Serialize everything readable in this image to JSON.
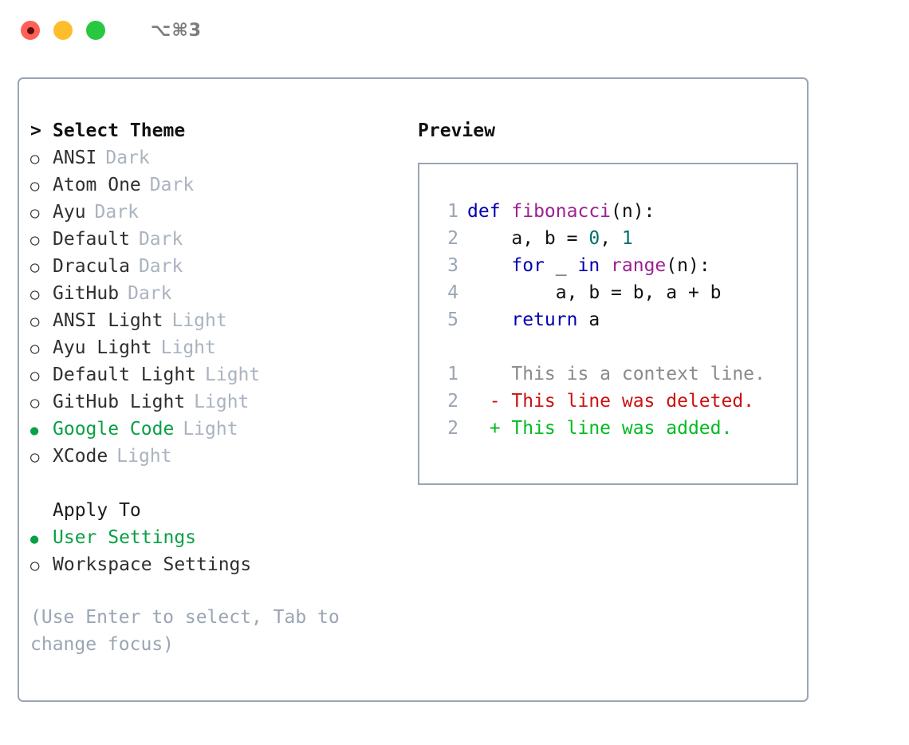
{
  "titlebar": {
    "shortcut": "⌥⌘3",
    "lights": [
      {
        "name": "close",
        "color": "#ff6058",
        "recording": true
      },
      {
        "name": "minimize",
        "color": "#ffbd2e",
        "recording": false
      },
      {
        "name": "maximize",
        "color": "#28c840",
        "recording": false
      }
    ]
  },
  "theme_picker": {
    "heading": "Select Theme",
    "heading_marker": ">",
    "marker_unselected": "○",
    "marker_selected": "●",
    "accent_color": "#08a045",
    "tag_color": "#aab3c0",
    "items": [
      {
        "label": "ANSI",
        "tag": "Dark",
        "selected": false
      },
      {
        "label": "Atom One",
        "tag": "Dark",
        "selected": false
      },
      {
        "label": "Ayu",
        "tag": "Dark",
        "selected": false
      },
      {
        "label": "Default",
        "tag": "Dark",
        "selected": false
      },
      {
        "label": "Dracula",
        "tag": "Dark",
        "selected": false
      },
      {
        "label": "GitHub",
        "tag": "Dark",
        "selected": false
      },
      {
        "label": "ANSI Light",
        "tag": "Light",
        "selected": false
      },
      {
        "label": "Ayu Light",
        "tag": "Light",
        "selected": false
      },
      {
        "label": "Default Light",
        "tag": "Light",
        "selected": false
      },
      {
        "label": "GitHub Light",
        "tag": "Light",
        "selected": false
      },
      {
        "label": "Google Code",
        "tag": "Light",
        "selected": true
      },
      {
        "label": "XCode",
        "tag": "Light",
        "selected": false
      }
    ]
  },
  "apply_to": {
    "heading": "Apply To",
    "items": [
      {
        "label": "User Settings",
        "selected": true
      },
      {
        "label": "Workspace Settings",
        "selected": false
      }
    ]
  },
  "hint": "(Use Enter to select, Tab to change focus)",
  "preview": {
    "title": "Preview",
    "code_lines": [
      {
        "number": "1",
        "tokens": [
          {
            "text": "def ",
            "kind": "kw"
          },
          {
            "text": "fibonacci",
            "kind": "fn"
          },
          {
            "text": "(n):",
            "kind": "punc"
          }
        ]
      },
      {
        "number": "2",
        "tokens": [
          {
            "text": "    a, b = ",
            "kind": "id"
          },
          {
            "text": "0",
            "kind": "num"
          },
          {
            "text": ", ",
            "kind": "punc"
          },
          {
            "text": "1",
            "kind": "num"
          }
        ]
      },
      {
        "number": "3",
        "tokens": [
          {
            "text": "    for ",
            "kind": "kw"
          },
          {
            "text": "_ ",
            "kind": "id"
          },
          {
            "text": "in ",
            "kind": "kw"
          },
          {
            "text": "range",
            "kind": "fn"
          },
          {
            "text": "(n):",
            "kind": "punc"
          }
        ]
      },
      {
        "number": "4",
        "tokens": [
          {
            "text": "        a, b = b, a + b",
            "kind": "id"
          }
        ]
      },
      {
        "number": "5",
        "tokens": [
          {
            "text": "    return ",
            "kind": "kw"
          },
          {
            "text": "a",
            "kind": "id"
          }
        ]
      }
    ],
    "diff_lines": [
      {
        "number": "1",
        "marker": " ",
        "text": "This is a context line.",
        "kind": "ctx"
      },
      {
        "number": "2",
        "marker": "-",
        "text": "This line was deleted.",
        "kind": "del"
      },
      {
        "number": "2",
        "marker": "+",
        "text": "This line was added.",
        "kind": "add"
      }
    ],
    "colors": {
      "keyword": "#0000b0",
      "function": "#9c2191",
      "number": "#006e6e",
      "identifier": "#111111",
      "line_number": "#9aa5b4",
      "diff_context": "#8a8a8a",
      "diff_deleted": "#cc1111",
      "diff_added": "#00bb22",
      "border": "#9aa5b4"
    }
  }
}
